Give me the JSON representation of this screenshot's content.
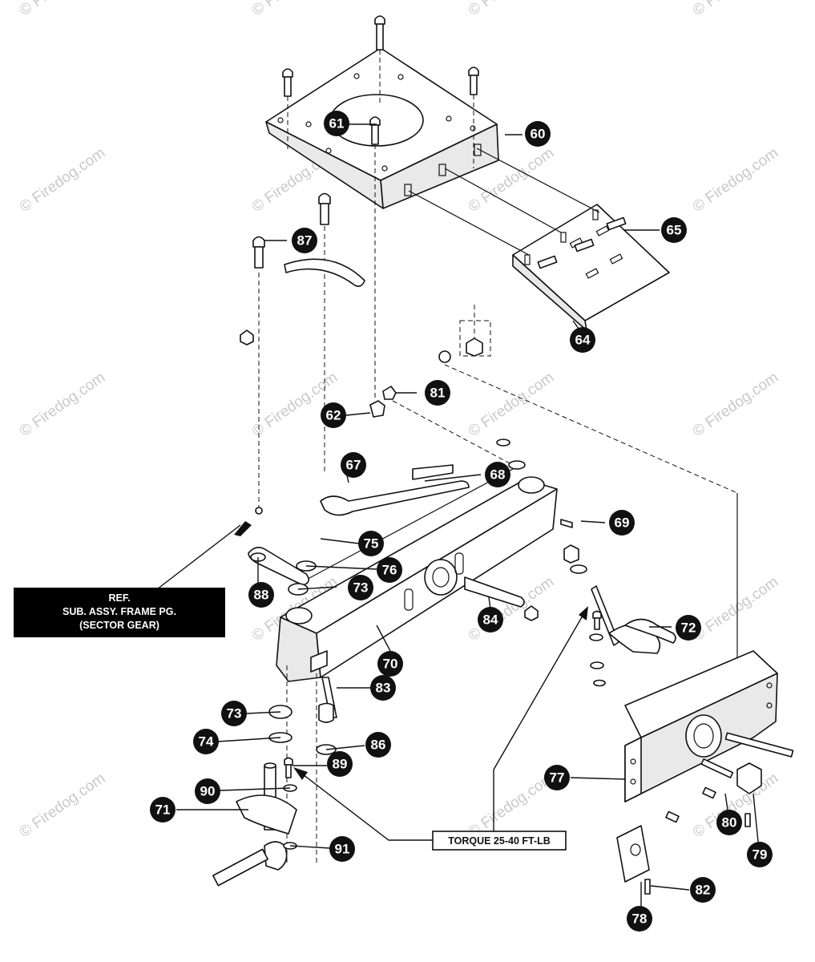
{
  "watermark": "© Firedog.com",
  "callouts": {
    "c60": "60",
    "c61": "61",
    "c62": "62",
    "c64": "64",
    "c65": "65",
    "c67": "67",
    "c68": "68",
    "c69": "69",
    "c70": "70",
    "c71": "71",
    "c72": "72",
    "c73a": "73",
    "c73b": "73",
    "c74": "74",
    "c75": "75",
    "c76": "76",
    "c77": "77",
    "c78": "78",
    "c79": "79",
    "c80": "80",
    "c81": "81",
    "c82": "82",
    "c83": "83",
    "c84": "84",
    "c86": "86",
    "c87": "87",
    "c88": "88",
    "c89": "89",
    "c90": "90",
    "c91": "91"
  },
  "ref_box": {
    "line1": "REF.",
    "line2": "SUB. ASSY. FRAME PG.",
    "line3": "(SECTOR GEAR)",
    "bg_color": "#000000",
    "text_color": "#ffffff"
  },
  "torque_note": "TORQUE 25-40 FT-LB"
}
